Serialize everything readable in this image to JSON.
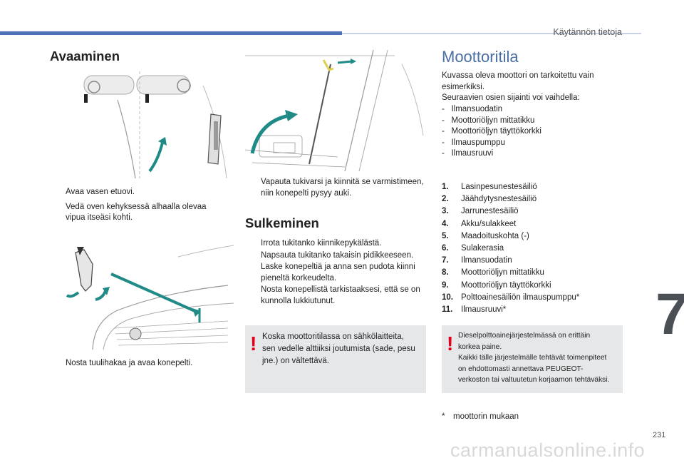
{
  "header": {
    "chapter_title": "Käytännön tietoja"
  },
  "chapter_number": "7",
  "page_number": "231",
  "watermark": "carmanualsonline.info",
  "avaaminen": {
    "title": "Avaaminen",
    "steps_a": [
      "Avaa vasen etuovi.",
      "Vedä oven kehyksessä alhaalla olevaa vipua itseäsi kohti."
    ],
    "step_b": "Nosta tuulihakaa ja avaa konepelti.",
    "step_c": "Vapauta tukivarsi ja kiinnitä se varmistimeen, niin konepelti pysyy auki."
  },
  "sulkeminen": {
    "title": "Sulkeminen",
    "steps": [
      "Irrota tukitanko kiinnikepykälästä.",
      "Napsauta tukitanko takaisin pidikkeeseen.",
      "Laske konepeltiä ja anna sen pudota kiinni pieneltä korkeudelta.",
      "Nosta konepellistä tarkistaaksesi, että se on kunnolla lukkiutunut."
    ],
    "warning": [
      "Koska moottoritilassa on sähkölaitteita,",
      "sen vedelle alttiiksi joutumista (sade, pesu",
      "jne.) on vältettävä."
    ]
  },
  "moottoritila": {
    "title": "Moottoritila",
    "intro": [
      "Kuvassa oleva moottori on tarkoitettu vain",
      "esimerkiksi.",
      "Seuraavien osien sijainti voi vaihdella:"
    ],
    "variable_parts": [
      "Ilmansuodatin",
      "Moottoriöljyn mittatikku",
      "Moottoriöljyn täyttökorkki",
      "Ilmauspumppu",
      "Ilmausruuvi"
    ],
    "components": [
      {
        "num": "1.",
        "label": "Lasinpesunestesäiliö"
      },
      {
        "num": "2.",
        "label": "Jäähdytysnestesäiliö"
      },
      {
        "num": "3.",
        "label": "Jarrunestesäiliö"
      },
      {
        "num": "4.",
        "label": "Akku/sulakkeet"
      },
      {
        "num": "5.",
        "label": "Maadoituskohta (-)"
      },
      {
        "num": "6.",
        "label": "Sulakerasia"
      },
      {
        "num": "7.",
        "label": "Ilmansuodatin"
      },
      {
        "num": "8.",
        "label": "Moottoriöljyn mittatikku"
      },
      {
        "num": "9.",
        "label": "Moottoriöljyn täyttökorkki"
      },
      {
        "num": "10.",
        "label": "Polttoainesäiliön ilmauspumppu*"
      },
      {
        "num": "11.",
        "label": "Ilmausruuvi*"
      }
    ],
    "warning": [
      "Dieselpolttoainejärjestelmässä on erittäin",
      "korkea paine.",
      "Kaikki tälle järjestelmälle tehtävät toimenpiteet",
      "on ehdottomasti annettava PEUGEOT-",
      "verkoston tai valtuutetun korjaamon tehtäväksi."
    ],
    "footnote_mark": "*",
    "footnote_text": "moottorin mukaan"
  },
  "symbols": {
    "bullet": "",
    "dash": "-",
    "warning_mark": "!"
  },
  "colors": {
    "accent_blue": "#4a72b5",
    "title_blue": "#4a6fa5",
    "arrow_teal": "#1f8a86",
    "warning_red": "#e3001b",
    "warning_bg": "#e5e7e9"
  }
}
